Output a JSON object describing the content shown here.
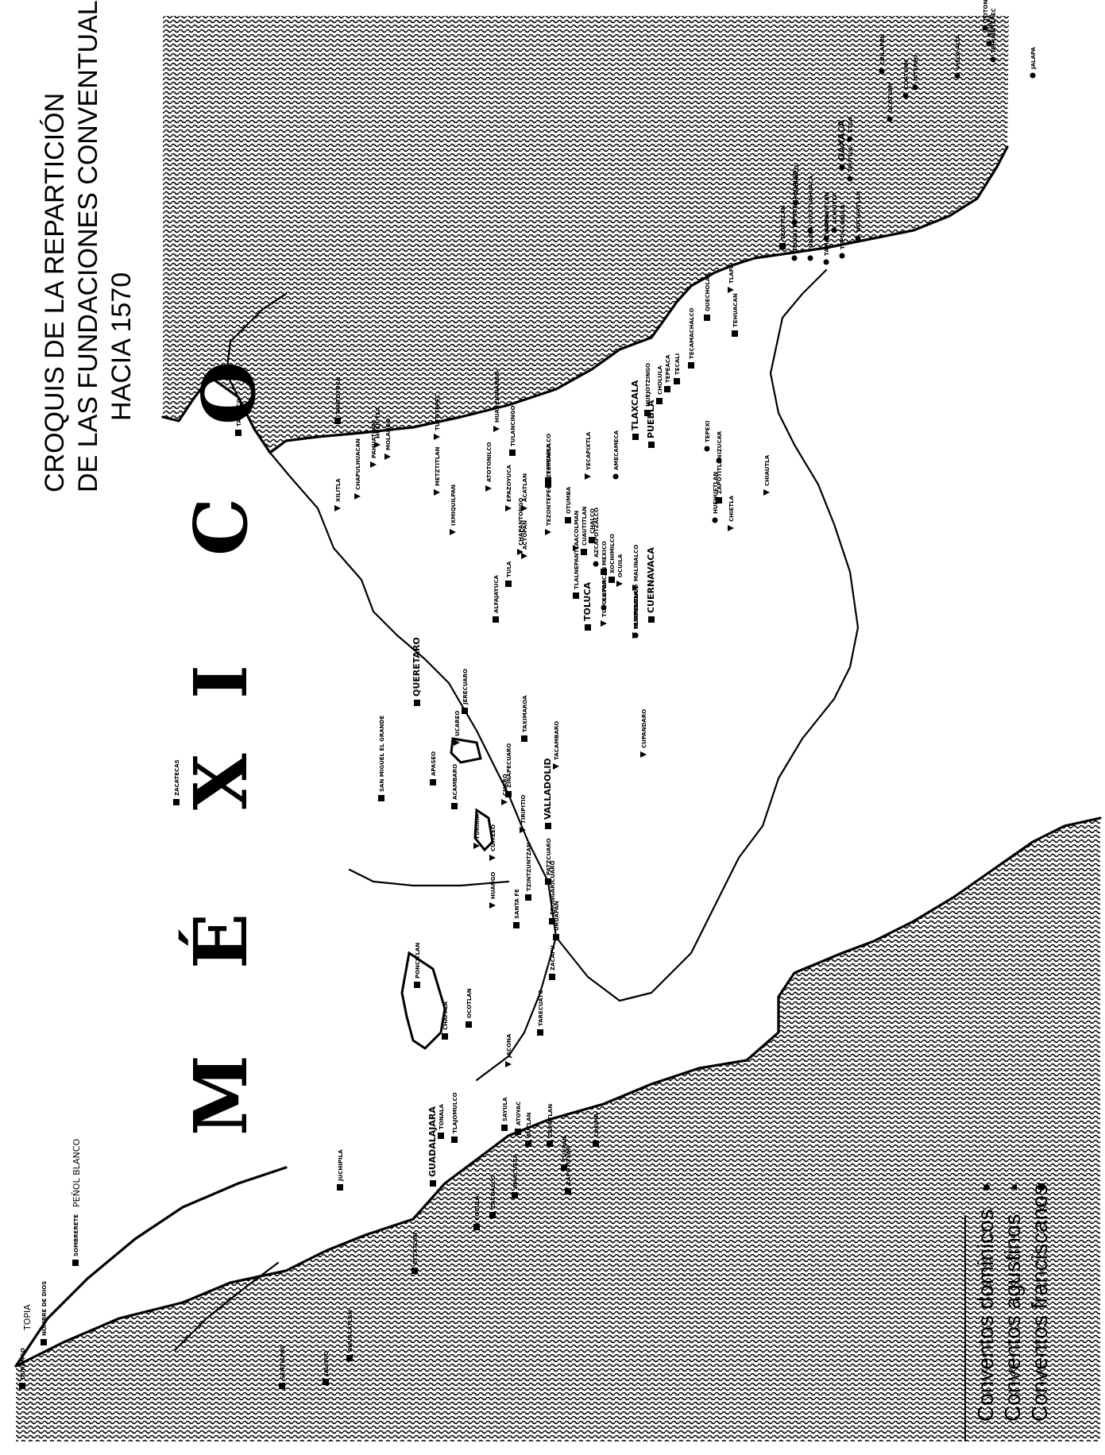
{
  "title_lines": [
    "CROQUIS DE LA REPARTICIÓN",
    "DE LAS FUNDACIONES CONVENTUALES",
    "HACIA 1570"
  ],
  "country_name": [
    "M",
    "É",
    "X",
    "I",
    "C",
    "O"
  ],
  "legend": [
    {
      "label": "Conventos dominicos",
      "symbol": "circle"
    },
    {
      "label": "Conventos agustinos",
      "symbol": "triangle"
    },
    {
      "label": "Conventos franciscanos",
      "symbol": "square"
    }
  ],
  "sea_labels": [
    "TOPIA",
    "PEÑOL BLANCO"
  ],
  "places": [
    {
      "name": "DURANGO",
      "order": "franciscan"
    },
    {
      "name": "NOMBRE DE DIOS",
      "order": "franciscan"
    },
    {
      "name": "SOMBRERETE",
      "order": "franciscan"
    },
    {
      "name": "ZACATECAS",
      "order": "franciscan"
    },
    {
      "name": "JUCHIPILA",
      "order": "franciscan"
    },
    {
      "name": "SENTISPAC",
      "order": "franciscan"
    },
    {
      "name": "JALISCO",
      "order": "franciscan"
    },
    {
      "name": "AHUACATLAN",
      "order": "franciscan"
    },
    {
      "name": "ETZATLAN",
      "order": "franciscan"
    },
    {
      "name": "GUADALAJARA",
      "order": "franciscan"
    },
    {
      "name": "TONALA",
      "order": "franciscan"
    },
    {
      "name": "TLAJOMULCO",
      "order": "franciscan"
    },
    {
      "name": "COCULA",
      "order": "franciscan"
    },
    {
      "name": "ZACOALCO",
      "order": "franciscan"
    },
    {
      "name": "AMACUECA",
      "order": "franciscan"
    },
    {
      "name": "AUTLAN",
      "order": "franciscan"
    },
    {
      "name": "SAYULA",
      "order": "franciscan"
    },
    {
      "name": "ATOYAC",
      "order": "franciscan"
    },
    {
      "name": "ZAPOTLAN",
      "order": "franciscan"
    },
    {
      "name": "TUXPAN",
      "order": "franciscan"
    },
    {
      "name": "ZAPOTITLAN",
      "order": "franciscan"
    },
    {
      "name": "COLIMA",
      "order": "franciscan"
    },
    {
      "name": "PONCITLAN",
      "order": "franciscan"
    },
    {
      "name": "CHAPALA",
      "order": "franciscan"
    },
    {
      "name": "OCOTLAN",
      "order": "franciscan"
    },
    {
      "name": "TARECUATO",
      "order": "franciscan"
    },
    {
      "name": "JACONA",
      "order": "augustinian"
    },
    {
      "name": "ZACAPU",
      "order": "franciscan"
    },
    {
      "name": "URUAPAN",
      "order": "franciscan"
    },
    {
      "name": "TZINTZUNTZAN",
      "order": "franciscan"
    },
    {
      "name": "PATZCUARO",
      "order": "franciscan"
    },
    {
      "name": "ERONGARICUARO",
      "order": "franciscan"
    },
    {
      "name": "SANTA FE",
      "order": "franciscan"
    },
    {
      "name": "HUANGO",
      "order": "augustinian"
    },
    {
      "name": "CUITZEO",
      "order": "augustinian"
    },
    {
      "name": "YURIRIA",
      "order": "augustinian"
    },
    {
      "name": "TACAMBARO",
      "order": "augustinian"
    },
    {
      "name": "CUPANDARO",
      "order": "augustinian"
    },
    {
      "name": "TIRIPITIO",
      "order": "augustinian"
    },
    {
      "name": "VALLADOLID",
      "order": "franciscan"
    },
    {
      "name": "CHARO",
      "order": "augustinian"
    },
    {
      "name": "ZINAPECUARO",
      "order": "franciscan"
    },
    {
      "name": "ACAMBARO",
      "order": "franciscan"
    },
    {
      "name": "APASEO",
      "order": "franciscan"
    },
    {
      "name": "UCAREO",
      "order": "augustinian"
    },
    {
      "name": "JERECUARO",
      "order": "franciscan"
    },
    {
      "name": "TAXIMAROA",
      "order": "franciscan"
    },
    {
      "name": "SAN MIGUEL EL GRANDE",
      "order": "franciscan"
    },
    {
      "name": "QUERETARO",
      "order": "franciscan"
    },
    {
      "name": "TOLUCA",
      "order": "franciscan"
    },
    {
      "name": "CUERNAVACA",
      "order": "franciscan"
    },
    {
      "name": "MALINALCO",
      "order": "augustinian"
    },
    {
      "name": "OCUILA",
      "order": "augustinian"
    },
    {
      "name": "ALFAJAYUCA",
      "order": "franciscan"
    },
    {
      "name": "TULA",
      "order": "franciscan"
    },
    {
      "name": "CHAPANTONGO",
      "order": "augustinian"
    },
    {
      "name": "IXMIQUILPAN",
      "order": "augustinian"
    },
    {
      "name": "ACTOPAN",
      "order": "augustinian"
    },
    {
      "name": "TEZONTEPEC",
      "order": "augustinian"
    },
    {
      "name": "ACOLMAN",
      "order": "augustinian"
    },
    {
      "name": "OTUMBA",
      "order": "franciscan"
    },
    {
      "name": "EPAZOYUCA",
      "order": "augustinian"
    },
    {
      "name": "ACATLAN",
      "order": "augustinian"
    },
    {
      "name": "ZEMPOALA",
      "order": "franciscan"
    },
    {
      "name": "TEPEAPULCO",
      "order": "franciscan"
    },
    {
      "name": "ATOTONILCO",
      "order": "augustinian"
    },
    {
      "name": "TULANCINGO",
      "order": "franciscan"
    },
    {
      "name": "HUAUCHINANGO",
      "order": "augustinian"
    },
    {
      "name": "TUTOTEPEC",
      "order": "augustinian"
    },
    {
      "name": "METZTITLAN",
      "order": "augustinian"
    },
    {
      "name": "MOLANGO",
      "order": "augustinian"
    },
    {
      "name": "XILITLA",
      "order": "augustinian"
    },
    {
      "name": "CHAPULHUACAN",
      "order": "augustinian"
    },
    {
      "name": "HUEJUTLA",
      "order": "augustinian"
    },
    {
      "name": "PAHUATLAN",
      "order": "augustinian"
    },
    {
      "name": "TANTOYUCA",
      "order": "franciscan"
    },
    {
      "name": "TAMPICO",
      "order": "franciscan"
    },
    {
      "name": "CUAUTITLAN",
      "order": "franciscan"
    },
    {
      "name": "TLALNEPANTLA",
      "order": "franciscan"
    },
    {
      "name": "AZCAPOTZALCO",
      "order": "dominican"
    },
    {
      "name": "MEXICO",
      "order": "franciscan"
    },
    {
      "name": "XOCHIMILCO",
      "order": "franciscan"
    },
    {
      "name": "COYOACAN",
      "order": "dominican"
    },
    {
      "name": "TOTOLAPAN",
      "order": "augustinian"
    },
    {
      "name": "YECAPIXTLA",
      "order": "augustinian"
    },
    {
      "name": "CHALCO",
      "order": "franciscan"
    },
    {
      "name": "AMECAMECA",
      "order": "dominican"
    },
    {
      "name": "TLAXCALA",
      "order": "franciscan"
    },
    {
      "name": "HUEJOTZINGO",
      "order": "franciscan"
    },
    {
      "name": "CHOLULA",
      "order": "franciscan"
    },
    {
      "name": "PUEBLA",
      "order": "franciscan"
    },
    {
      "name": "TEPEACA",
      "order": "franciscan"
    },
    {
      "name": "TECALI",
      "order": "franciscan"
    },
    {
      "name": "TECAMACHALCO",
      "order": "franciscan"
    },
    {
      "name": "QUECHOLAC",
      "order": "franciscan"
    },
    {
      "name": "TEHUACAN",
      "order": "franciscan"
    },
    {
      "name": "ZAPOTITLAN",
      "order": "franciscan"
    },
    {
      "name": "IZUCAR",
      "order": "dominican"
    },
    {
      "name": "TEPEXI",
      "order": "dominican"
    },
    {
      "name": "HUEHUETLAN",
      "order": "dominican"
    },
    {
      "name": "CHIETLA",
      "order": "augustinian"
    },
    {
      "name": "CHIAUTLA",
      "order": "augustinian"
    },
    {
      "name": "TLAPA",
      "order": "augustinian"
    },
    {
      "name": "TEOTITLAN",
      "order": "franciscan"
    },
    {
      "name": "TEQUIXTEPEC",
      "order": "dominican"
    },
    {
      "name": "TONALA",
      "order": "dominican"
    },
    {
      "name": "TAMAZULAPA",
      "order": "dominican"
    },
    {
      "name": "TEPOSCOLULA",
      "order": "dominican"
    },
    {
      "name": "TEOZACUALCO",
      "order": "dominican"
    },
    {
      "name": "COIXTLAHUACA",
      "order": "dominican"
    },
    {
      "name": "YANHUITLAN",
      "order": "dominican"
    },
    {
      "name": "NOCHIXTLAN",
      "order": "dominican"
    },
    {
      "name": "ACHIUTLA",
      "order": "dominican"
    },
    {
      "name": "TLAXIACO",
      "order": "dominican"
    },
    {
      "name": "TEUTILA",
      "order": "dominican"
    },
    {
      "name": "OAXACA",
      "order": "dominican"
    },
    {
      "name": "ETLA",
      "order": "dominican"
    },
    {
      "name": "CUILAPAN",
      "order": "dominican"
    },
    {
      "name": "OCOTLAN",
      "order": "dominican"
    },
    {
      "name": "COATLAN",
      "order": "dominican"
    },
    {
      "name": "IXTEPEJI",
      "order": "dominican"
    },
    {
      "name": "VILLA ALTA",
      "order": "dominican"
    },
    {
      "name": "TOTONTEPEC",
      "order": "dominican"
    },
    {
      "name": "NEJAPA",
      "order": "dominican"
    },
    {
      "name": "TEHUANTEPEC",
      "order": "dominican"
    },
    {
      "name": "JALAPA",
      "order": "dominican"
    },
    {
      "name": "HUAMELULA",
      "order": "dominican"
    },
    {
      "name": "HUATULCO",
      "order": "dominican"
    },
    {
      "name": "TLALTENANGO",
      "order": "augustinian"
    }
  ]
}
